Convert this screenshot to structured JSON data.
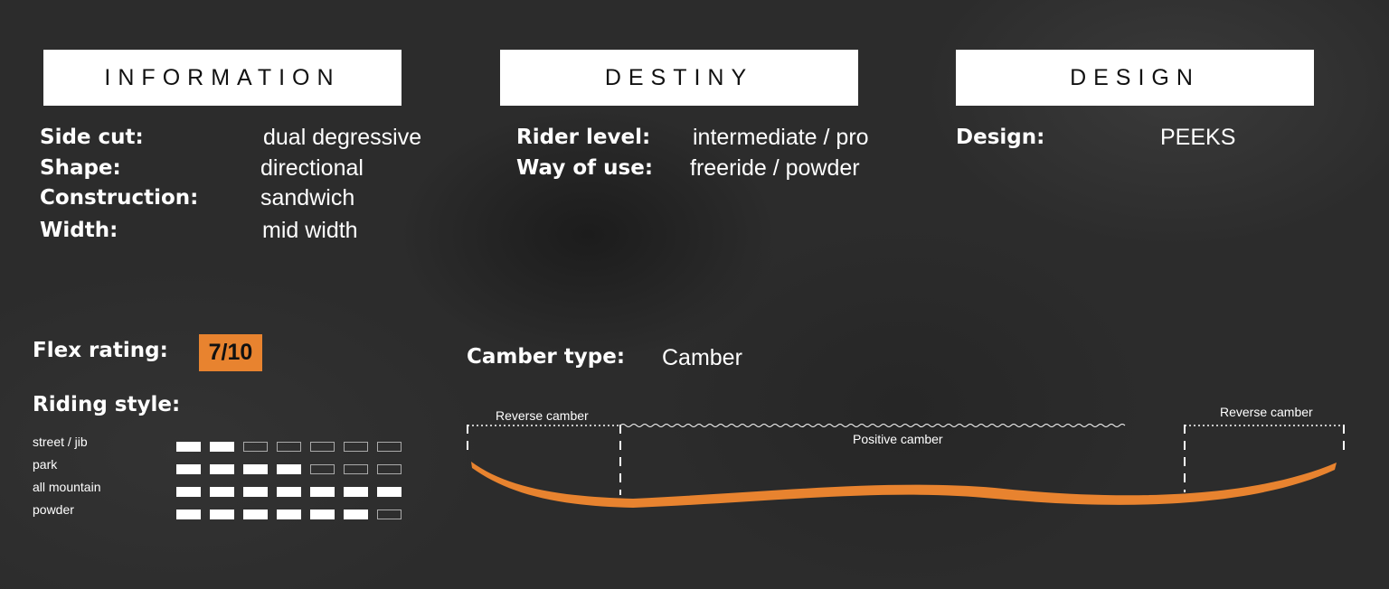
{
  "sections": {
    "information": "INFORMATION",
    "destiny": "DESTINY",
    "design": "DESIGN"
  },
  "information": [
    {
      "label": "Side cut:",
      "value": "dual degressive"
    },
    {
      "label": "Shape:",
      "value": "directional"
    },
    {
      "label": "Construction:",
      "value": "sandwich"
    },
    {
      "label": "Width:",
      "value": "mid width"
    }
  ],
  "destiny": [
    {
      "label": "Rider level:",
      "value": "intermediate / pro"
    },
    {
      "label": "Way of use:",
      "value": "freeride / powder"
    }
  ],
  "design": {
    "label": "Design:",
    "value": "PEEKS"
  },
  "flex": {
    "label": "Flex rating:",
    "value": "7/10",
    "score": 7,
    "max": 10,
    "color": "#e8832f"
  },
  "riding_style": {
    "label": "Riding style:",
    "max": 7,
    "rows": [
      {
        "name": "street / jib",
        "rating": 2
      },
      {
        "name": "park",
        "rating": 4
      },
      {
        "name": "all mountain",
        "rating": 7
      },
      {
        "name": "powder",
        "rating": 6
      }
    ]
  },
  "camber": {
    "label": "Camber type:",
    "value": "Camber",
    "zones": {
      "left": "Reverse camber",
      "center": "Positive camber",
      "right": "Reverse camber"
    },
    "color": "#e8832f"
  }
}
